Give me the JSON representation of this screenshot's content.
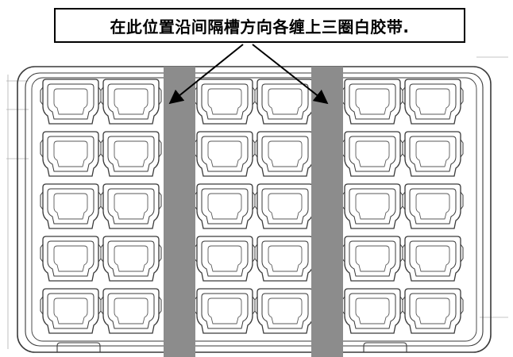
{
  "callout": {
    "text": "在此位置沿间隔槽方向各缠上三圈白胶带."
  },
  "tray": {
    "rows": 5,
    "column_groups": [
      2,
      2,
      2
    ],
    "cell_count": 30
  },
  "tape_strips": {
    "count": 2,
    "color": "#8c8c8c"
  },
  "colors": {
    "line": "#3a3a3a",
    "light_line": "#9a9a9a",
    "background": "#ffffff",
    "tape": "#8c8c8c"
  }
}
